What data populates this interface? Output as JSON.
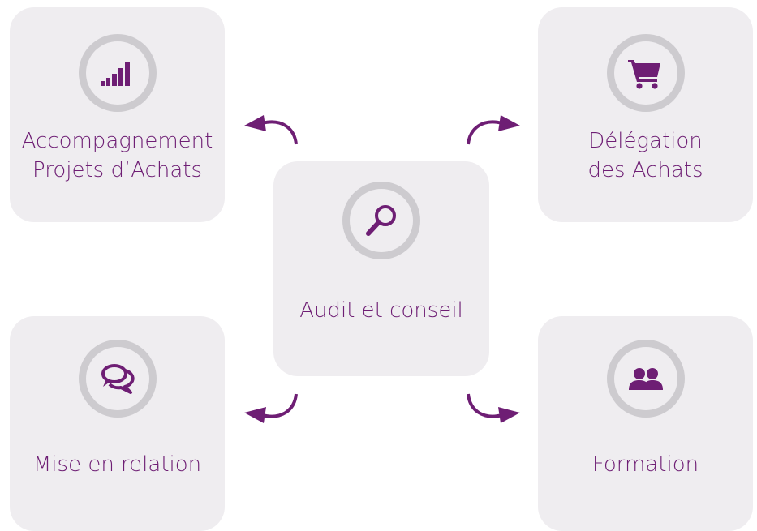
{
  "colors": {
    "accent": "#6e1e74",
    "card": "#efedf0",
    "ring": "#cdcbcf"
  },
  "nodes": {
    "accompagnement": {
      "icon": "bar-chart-icon",
      "line1": "Accompagnement",
      "line2": "Projets d’Achats"
    },
    "delegation": {
      "icon": "shopping-cart-icon",
      "line1": "Délégation",
      "line2": "des Achats"
    },
    "audit": {
      "icon": "magnifier-icon",
      "label": "Audit et conseil"
    },
    "mise_en_relation": {
      "icon": "chat-bubbles-icon",
      "label": "Mise en relation"
    },
    "formation": {
      "icon": "users-icon",
      "label": "Formation"
    }
  }
}
